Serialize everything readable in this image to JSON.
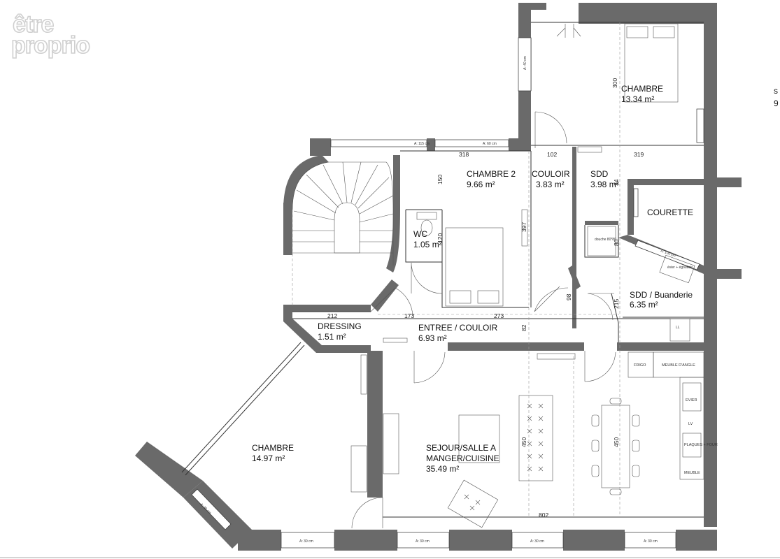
{
  "logo": {
    "line1": "être",
    "line2": "proprio"
  },
  "edge_text": {
    "line1": "s",
    "line2": "9"
  },
  "rooms": {
    "chambre_nord": {
      "name": "CHAMBRE",
      "area": "13.34 m²"
    },
    "chambre2": {
      "name": "CHAMBRE 2",
      "area": "9.66 m²"
    },
    "couloir": {
      "name": "COULOIR",
      "area": "3.83 m²"
    },
    "sdd": {
      "name": "SDD",
      "area": "3.98 m²"
    },
    "courette": {
      "name": "COURETTE"
    },
    "wc": {
      "name": "WC",
      "area": "1.05 m²"
    },
    "sdd_buanderie": {
      "name": "SDD / Buanderie",
      "area": "6.35 m²"
    },
    "dressing": {
      "name": "DRESSING",
      "area": "1.51 m²"
    },
    "entree": {
      "name": "ENTREE / COULOIR",
      "area": "6.93 m²"
    },
    "chambre_sud": {
      "name": "CHAMBRE",
      "area": "14.97 m²"
    },
    "sejour": {
      "line1": "SEJOUR/SALLE A",
      "line2": "MANGER/CUISINE",
      "area": "35.49 m²"
    }
  },
  "dimensions": {
    "d300": "300",
    "d318": "318",
    "d102": "102",
    "d319": "319",
    "d150": "150",
    "d120": "120",
    "d397": "397",
    "d34": "34",
    "d80": "80",
    "d273": "273",
    "d212": "212",
    "d173": "173",
    "d82": "82",
    "d98": "98",
    "d215": "215",
    "d450a": "450",
    "d450b": "450",
    "d802": "802"
  },
  "window_labels": {
    "w_north": "A: 40 cm",
    "w_top1": "A: 115 cm",
    "w_top2": "A: 60 cm",
    "w_courette": "A: 100 cm",
    "w_diag": "A: 30 cm",
    "w_b1": "A: 30 cm",
    "w_b2": "A: 30 cm",
    "w_b3": "A: 30 cm",
    "w_b4": "A: 30 cm"
  },
  "fixtures": {
    "douche": "douche 80*80",
    "evier_sdd": "évier + égouttoir",
    "ll": "LL",
    "frigo": "FRIGO",
    "meuble_angle": "MEUBLE D'ANGLE",
    "evier": "EVIER",
    "lv": "LV",
    "plaques": "PLAQUES + FOUR",
    "meuble": "MEUBLE"
  },
  "colors": {
    "wall": "#6a6a6a",
    "line": "#333333",
    "logo_outline": "#cfcfcf"
  }
}
